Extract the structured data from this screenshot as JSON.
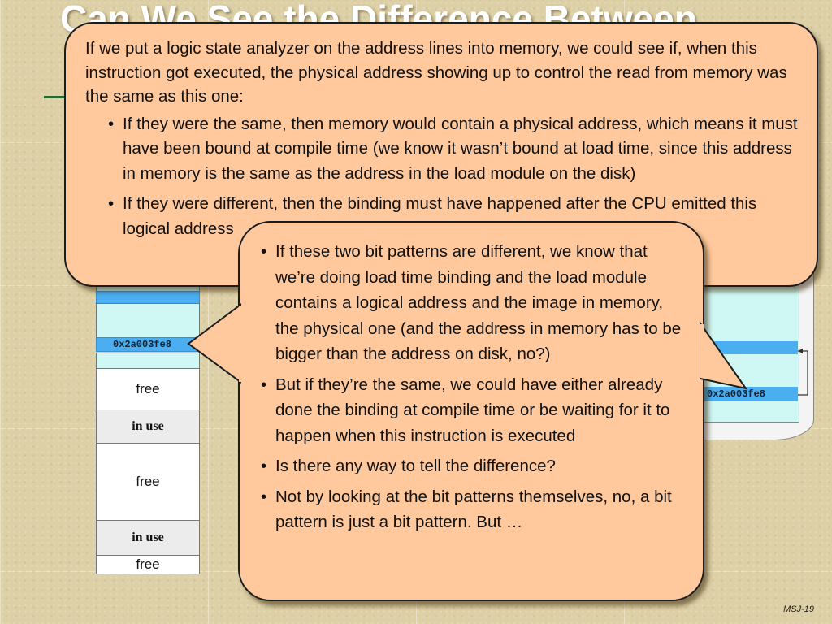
{
  "slide": {
    "title": "Can We See the Difference Between",
    "footer": "MSJ-19"
  },
  "memory": {
    "address_label": "0x2a003fe8",
    "free": "free",
    "in_use": "in use"
  },
  "disk": {
    "address_label": "0x2a003fe8"
  },
  "callout_top": {
    "intro": "If we put a logic state analyzer on the address lines into memory, we could see if, when this instruction got executed, the physical address showing up to control the read from memory was the same as this one:",
    "bullets": [
      "If they were the same, then memory would contain a physical address, which means it must have been bound at compile time (we know it wasn’t bound at load time, since this address in memory is the same as the address in the load module on the disk)",
      "If they were different, then the binding must have happened after the CPU emitted this logical address"
    ]
  },
  "callout_front": {
    "bullets": [
      "If these two bit patterns are different, we know that we’re doing load time binding and the load module contains a logical address and the image in memory, the physical one (and the address in memory has to be bigger than the address on disk, no?)",
      "But if they’re the same, we could have either already done the binding at compile time or be waiting for it to happen when this instruction is executed",
      "Is there any way to tell the difference?",
      "Not by looking at the bit patterns themselves, no,  a bit pattern is just a bit pattern.  But …"
    ]
  }
}
